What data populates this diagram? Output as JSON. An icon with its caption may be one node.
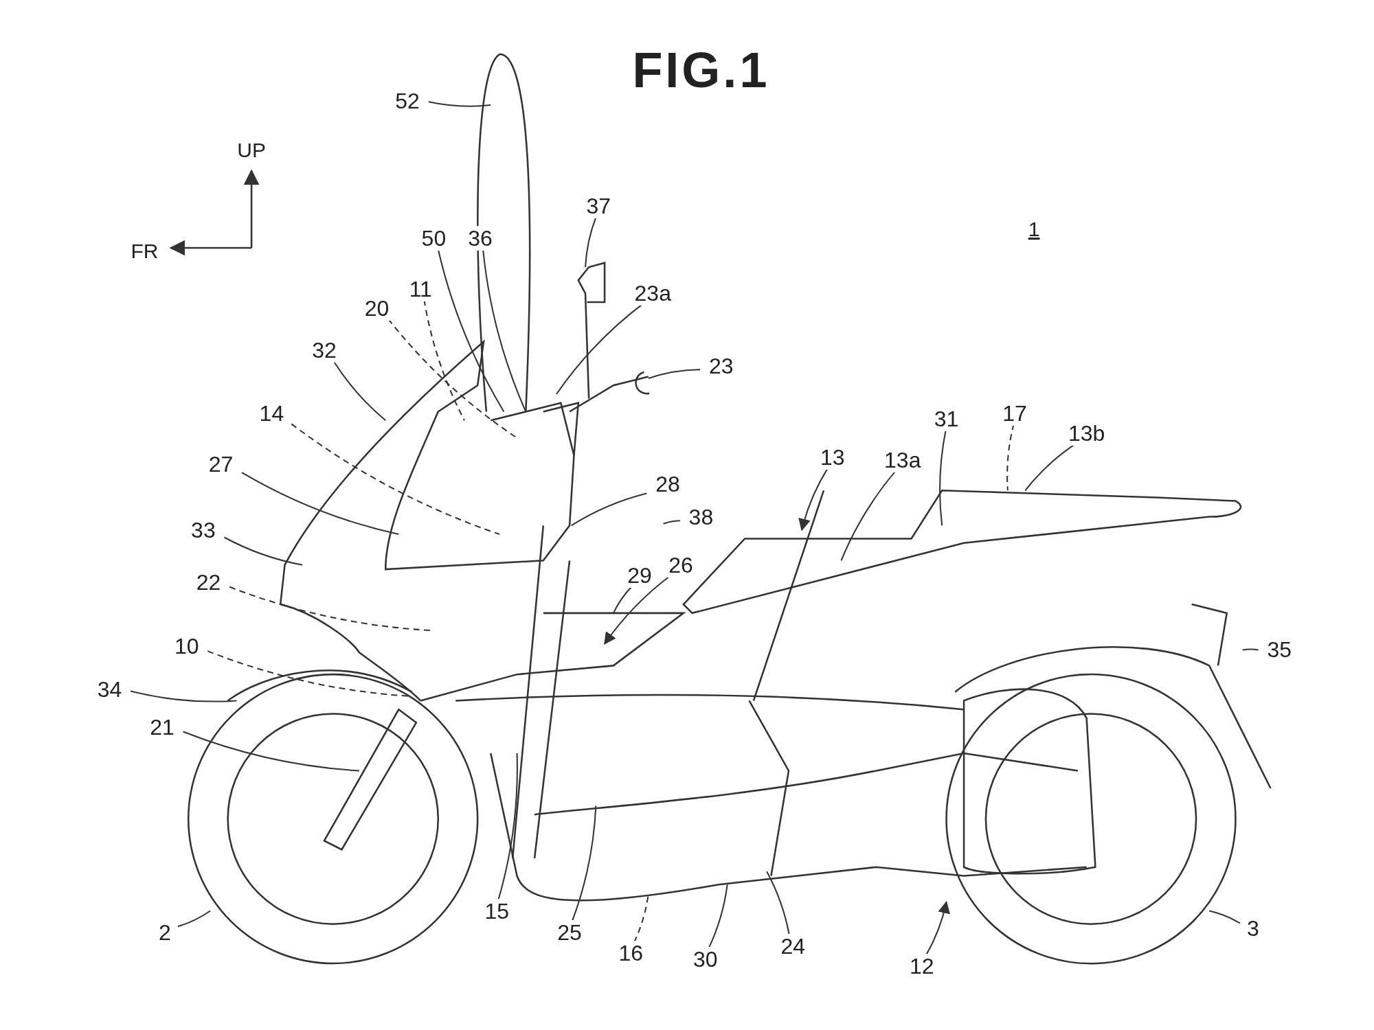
{
  "diagram": {
    "title": "FIG.1",
    "nodes": [
      {
        "text": [
          "52"
        ]
      },
      {
        "text": [
          "37"
        ]
      },
      {
        "text": [
          "50"
        ]
      },
      {
        "text": [
          "36"
        ]
      },
      {
        "text": [
          "11"
        ]
      },
      {
        "text": [
          "23a"
        ]
      },
      {
        "text": [
          "20"
        ]
      },
      {
        "text": [
          "32"
        ]
      },
      {
        "text": [
          "23"
        ]
      },
      {
        "text": [
          "14"
        ]
      },
      {
        "text": [
          "17"
        ]
      },
      {
        "text": [
          "13b"
        ]
      },
      {
        "text": [
          "31"
        ]
      },
      {
        "text": [
          "13"
        ]
      },
      {
        "text": [
          "13a"
        ]
      },
      {
        "text": [
          "27"
        ]
      },
      {
        "text": [
          "28"
        ]
      },
      {
        "text": [
          "38"
        ]
      },
      {
        "text": [
          "33"
        ]
      },
      {
        "text": [
          "29"
        ]
      },
      {
        "text": [
          "26"
        ]
      },
      {
        "text": [
          "22"
        ]
      },
      {
        "text": [
          "10"
        ]
      },
      {
        "text": [
          "35"
        ]
      },
      {
        "text": [
          "34"
        ]
      },
      {
        "text": [
          "21"
        ]
      },
      {
        "text": [
          "15"
        ]
      },
      {
        "text": [
          "25"
        ]
      },
      {
        "text": [
          "16"
        ]
      },
      {
        "text": [
          "30"
        ]
      },
      {
        "text": [
          "24"
        ]
      },
      {
        "text": [
          "12"
        ]
      },
      {
        "text": [
          "2"
        ]
      },
      {
        "text": [
          "3"
        ]
      }
    ],
    "edges": [
      {
        "from": 0,
        "to": null,
        "arrow": "none"
      },
      {
        "from": 1,
        "to": null,
        "arrow": "none"
      },
      {
        "from": 2,
        "to": null,
        "arrow": "none"
      },
      {
        "from": 3,
        "to": null,
        "arrow": "none"
      },
      {
        "from": 4,
        "to": null,
        "arrow": "none",
        "style": "dashed"
      },
      {
        "from": 5,
        "to": null,
        "arrow": "none"
      },
      {
        "from": 6,
        "to": null,
        "arrow": "none",
        "style": "dashed"
      },
      {
        "from": 7,
        "to": null,
        "arrow": "none"
      },
      {
        "from": 8,
        "to": null,
        "arrow": "none"
      },
      {
        "from": 9,
        "to": null,
        "arrow": "none",
        "style": "dashed"
      },
      {
        "from": 10,
        "to": null,
        "arrow": "none",
        "style": "dashed"
      },
      {
        "from": 11,
        "to": null,
        "arrow": "none"
      },
      {
        "from": 12,
        "to": null,
        "arrow": "none"
      },
      {
        "from": 13,
        "to": null,
        "arrow": "to"
      },
      {
        "from": 14,
        "to": null,
        "arrow": "none"
      },
      {
        "from": 15,
        "to": null,
        "arrow": "none"
      },
      {
        "from": 16,
        "to": null,
        "arrow": "none"
      },
      {
        "from": 17,
        "to": null,
        "arrow": "none"
      },
      {
        "from": 18,
        "to": null,
        "arrow": "none"
      },
      {
        "from": 19,
        "to": null,
        "arrow": "none"
      },
      {
        "from": 20,
        "to": null,
        "arrow": "to"
      },
      {
        "from": 21,
        "to": null,
        "arrow": "none",
        "style": "dashed"
      },
      {
        "from": 22,
        "to": null,
        "arrow": "none",
        "style": "dashed"
      },
      {
        "from": 23,
        "to": null,
        "arrow": "none"
      },
      {
        "from": 24,
        "to": null,
        "arrow": "none"
      },
      {
        "from": 25,
        "to": null,
        "arrow": "none"
      },
      {
        "from": 26,
        "to": null,
        "arrow": "none"
      },
      {
        "from": 27,
        "to": null,
        "arrow": "none"
      },
      {
        "from": 28,
        "to": null,
        "arrow": "none",
        "style": "dashed"
      },
      {
        "from": 29,
        "to": null,
        "arrow": "none"
      },
      {
        "from": 30,
        "to": null,
        "arrow": "none"
      },
      {
        "from": 31,
        "to": null,
        "arrow": "to"
      },
      {
        "from": 32,
        "to": null,
        "arrow": "none"
      },
      {
        "from": 33,
        "to": null,
        "arrow": "none"
      }
    ],
    "labels": [
      "UP",
      "FR",
      "1"
    ]
  }
}
